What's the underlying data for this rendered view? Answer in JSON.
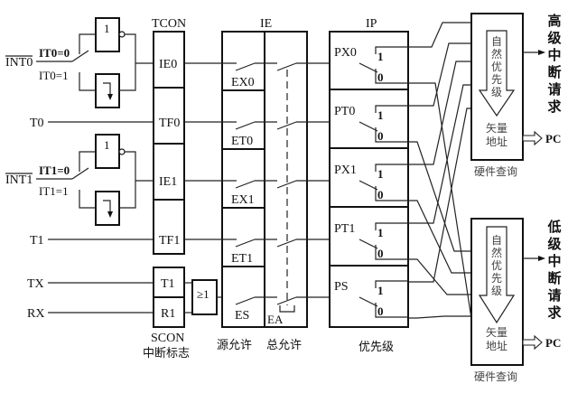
{
  "title": "8051 interrupt system structure",
  "inputs": {
    "int0": "INT0",
    "t0": "T0",
    "int1": "INT1",
    "t1": "T1",
    "tx": "TX",
    "rx": "RX"
  },
  "it_labels": {
    "it0_0": "IT0=0",
    "it0_1": "IT0=1",
    "it1_0": "IT1=0",
    "it1_1": "IT1=1"
  },
  "gates": {
    "not_label": "1",
    "or_label": "≥1"
  },
  "tcon": {
    "title": "TCON",
    "cells": [
      "IE0",
      "TF0",
      "IE1",
      "TF1"
    ]
  },
  "scon": {
    "title": "SCON",
    "subtitle": "中断标志",
    "cells": [
      "T1",
      "R1"
    ]
  },
  "ie": {
    "title": "IE",
    "sources": [
      "EX0",
      "ET0",
      "EX1",
      "ET1",
      "ES"
    ],
    "global": "EA",
    "caption_source": "源允许",
    "caption_global": "总允许"
  },
  "ip": {
    "title": "IP",
    "bits": [
      "PX0",
      "PT0",
      "PX1",
      "PT1",
      "PS"
    ],
    "one": "1",
    "zero": "0",
    "caption": "优先级"
  },
  "hw_high": {
    "natural_priority": "自然优先级",
    "vector_line1": "矢量",
    "vector_line2": "地址",
    "caption": "硬件查询",
    "output_label": "高级中断请求",
    "pc": "PC"
  },
  "hw_low": {
    "natural_priority": "自然优先级",
    "vector_line1": "矢量",
    "vector_line2": "地址",
    "caption": "硬件查询",
    "output_label": "低级中断请求",
    "pc": "PC"
  }
}
